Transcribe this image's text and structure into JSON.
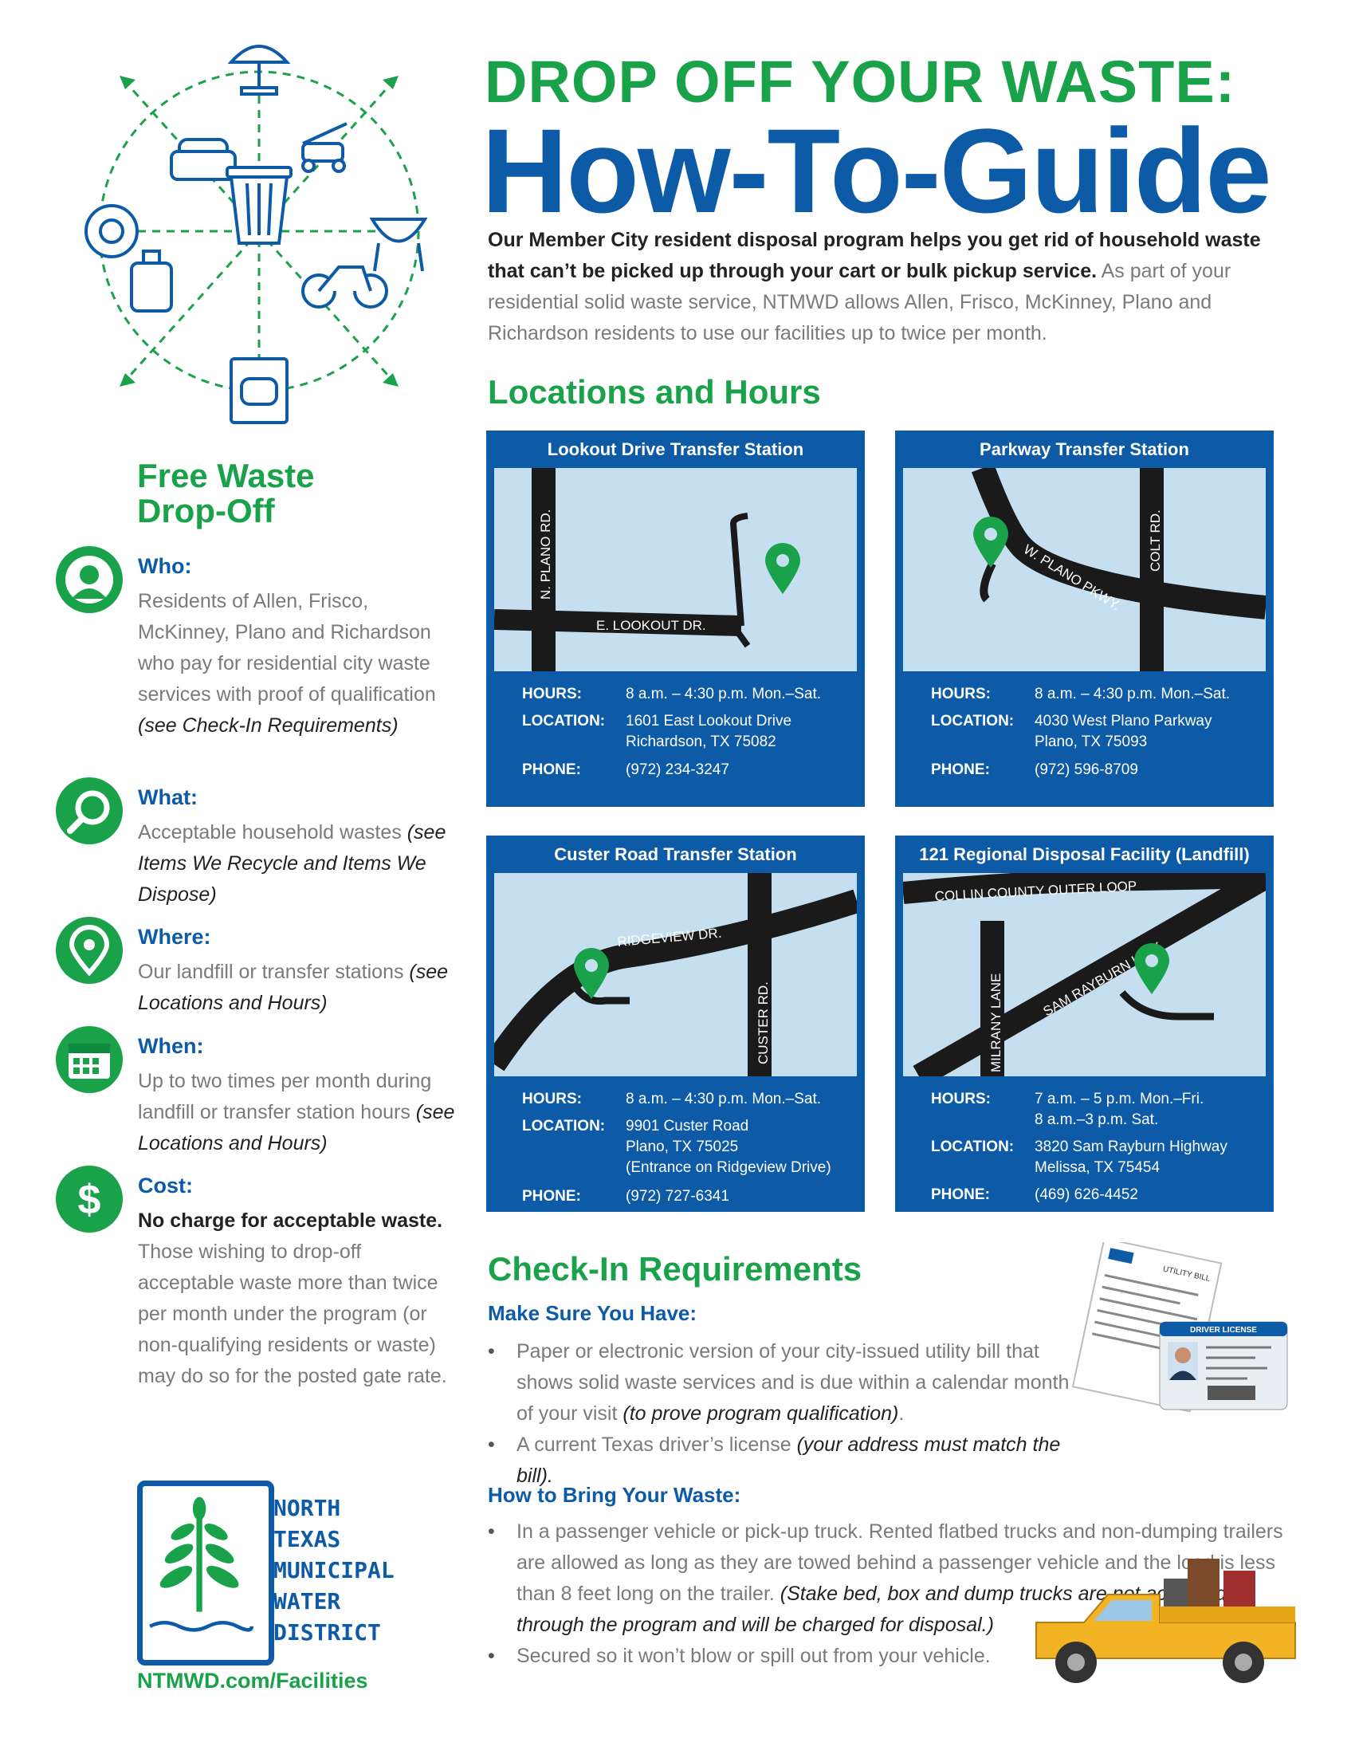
{
  "header": {
    "title_line1": "DROP OFF YOUR WASTE:",
    "title_line2": "How-To-Guide",
    "intro_bold": "Our Member City resident disposal program helps you get rid of household waste that can’t be picked up through your cart or bulk pickup service.",
    "intro_rest": " As part of your residential solid waste service, NTMWD allows Allen, Frisco, McKinney, Plano and Richardson residents to use our facilities up to twice per month."
  },
  "sidebar": {
    "title_line1": "Free Waste",
    "title_line2": "Drop-Off",
    "items": [
      {
        "label": "Who:",
        "text": "Residents of  Allen, Frisco, McKinney, Plano and Richardson who pay for residential city waste services with proof of qualification ",
        "note": "(see Check-In Requirements)",
        "icon": "person-icon"
      },
      {
        "label": "What:",
        "text": "Acceptable household wastes ",
        "note": "(see Items We Recycle and Items We Dispose)",
        "icon": "magnifier-icon"
      },
      {
        "label": "Where:",
        "text": "Our landfill or transfer stations ",
        "note": "(see Locations and Hours)",
        "icon": "map-pin-icon"
      },
      {
        "label": "When:",
        "text": "Up to two times per month during landfill or transfer station hours ",
        "note": "(see Locations and Hours)",
        "icon": "calendar-icon"
      },
      {
        "label": "Cost:",
        "bold": "No charge for acceptable waste.",
        "text": " Those wishing to drop-off acceptable waste more than twice per month under the program (or non-qualifying residents or waste) may do so for the posted gate rate.",
        "icon": "dollar-icon"
      }
    ]
  },
  "locations": {
    "heading": "Locations and Hours",
    "labels": {
      "hours": "HOURS:",
      "location": "LOCATION:",
      "phone": "PHONE:"
    },
    "cards": [
      {
        "title": "Lookout Drive Transfer Station",
        "hours": [
          "8 a.m. – 4:30 p.m. Mon.–Sat."
        ],
        "address": [
          "1601 East Lookout Drive",
          "Richardson, TX 75082"
        ],
        "phone": "(972) 234-3247",
        "roads": [
          "N. PLANO RD.",
          "E. LOOKOUT DR."
        ]
      },
      {
        "title": "Parkway Transfer Station",
        "hours": [
          "8 a.m. – 4:30 p.m. Mon.–Sat."
        ],
        "address": [
          "4030 West Plano Parkway",
          "Plano, TX 75093"
        ],
        "phone": "(972) 596-8709",
        "roads": [
          "COLT RD.",
          "W. PLANO PKWY."
        ]
      },
      {
        "title": "Custer Road Transfer Station",
        "hours": [
          "8 a.m. – 4:30 p.m. Mon.–Sat."
        ],
        "address": [
          "9901 Custer Road",
          "Plano, TX 75025",
          "(Entrance on Ridgeview Drive)"
        ],
        "phone": "(972) 727-6341",
        "roads": [
          "RIDGEVIEW DR.",
          "CUSTER RD."
        ]
      },
      {
        "title": "121 Regional Disposal Facility (Landfill)",
        "hours": [
          "7 a.m. – 5 p.m. Mon.–Fri.",
          "8 a.m.–3 p.m. Sat."
        ],
        "address": [
          "3820 Sam Rayburn Highway",
          "Melissa, TX 75454"
        ],
        "phone": "(469) 626-4452",
        "roads": [
          "COLLIN COUNTY OUTER LOOP",
          "SAM RAYBURN HWY.",
          "MILRANY LANE"
        ]
      }
    ]
  },
  "checkin": {
    "heading": "Check-In Requirements",
    "make_sure": "Make Sure You Have:",
    "bullet1_text": "Paper or electronic version of your city-issued utility bill that shows solid waste services and is due within a calendar month of your visit ",
    "bullet1_note": "(to prove program qualification)",
    "bullet1_end": ".",
    "bullet2_text": "A current Texas driver’s license ",
    "bullet2_note": "(your address must match the bill).",
    "bill_label": "UTILITY BILL",
    "license_label": "DRIVER LICENSE",
    "how_to": "How to Bring Your Waste:",
    "bullet3_text": "In a passenger vehicle or pick-up truck. Rented flatbed trucks and non-dumping trailers are allowed as long as they are towed behind a passenger vehicle and the load is less than 8 feet long on the trailer. ",
    "bullet3_note": "(Stake bed, box and dump trucks are not accepted through the program and will be charged for disposal.)",
    "bullet4_text": "Secured so it won’t blow or spill out from your vehicle."
  },
  "logo": {
    "words": [
      "NORTH",
      "TEXAS",
      "MUNICIPAL",
      "WATER",
      "DISTRICT"
    ],
    "url": "NTMWD.com/Facilities"
  },
  "colors": {
    "green": "#1aa24a",
    "blue": "#0d5aa7",
    "map": "#c5dff0"
  }
}
